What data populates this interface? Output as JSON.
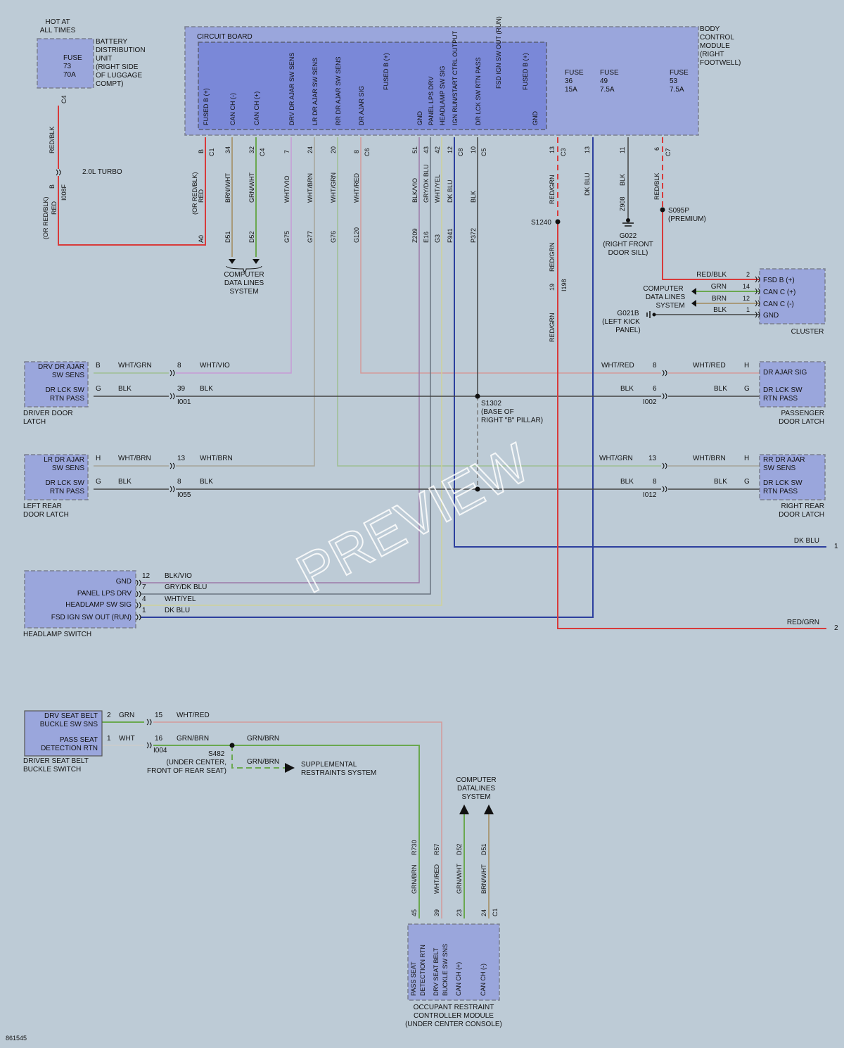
{
  "diagram": {
    "id_code": "861545",
    "watermark": "PREVIEW",
    "colors": {
      "background": "#bdcbd6",
      "module_fill": "#9aa6dc",
      "circuit_board_fill": "#7a88d8",
      "red": "#d83a3a",
      "green": "#6aa84f",
      "violet": "#c79bd6",
      "blue": "#2c3f9e",
      "gray": "#6b7480",
      "tan": "#a89a7a",
      "pink": "#d49a9a"
    },
    "bdu": {
      "hot": [
        "HOT AT",
        "ALL TIMES"
      ],
      "fuse": [
        "FUSE",
        "73",
        "70A"
      ],
      "label": [
        "BATTERY",
        "DISTRIBUTION",
        "UNIT",
        "(RIGHT SIDE",
        "OF LUGGAGE",
        "COMPT)"
      ],
      "conn": "C4",
      "wire": "RED/BLK",
      "inline": "2.0L TURBO",
      "pin": "B",
      "conn2": "I008F",
      "wire2": [
        "(OR RED/BLK)",
        "RED"
      ]
    },
    "bcm": {
      "title": [
        "BODY",
        "CONTROL",
        "MODULE",
        "(RIGHT",
        "FOOTWELL)"
      ],
      "circuit_board": "CIRCUIT BOARD",
      "pins": [
        {
          "label": "FUSED B (+)",
          "pin": "B",
          "conn": "C1",
          "color": "RED",
          "alt": "(OR RED/BLK)",
          "circuit": "A0"
        },
        {
          "label": "CAN CH (-)",
          "pin": "34",
          "conn": "",
          "color": "BRN/WHT",
          "circuit": "D51"
        },
        {
          "label": "CAN CH (+)",
          "pin": "32",
          "conn": "C4",
          "color": "GRN/WHT",
          "circuit": "D52"
        },
        {
          "label": "DRV DR AJAR SW SENS",
          "pin": "7",
          "conn": "",
          "color": "WHT/VIO",
          "circuit": "G75"
        },
        {
          "label": "LR DR AJAR SW SENS",
          "pin": "24",
          "conn": "",
          "color": "WHT/BRN",
          "circuit": "G77"
        },
        {
          "label": "RR DR AJAR SW SENS",
          "pin": "20",
          "conn": "",
          "color": "WHT/GRN",
          "circuit": "G76"
        },
        {
          "label": "DR AJAR SIG",
          "pin": "8",
          "conn": "C6",
          "color": "WHT/RED",
          "circuit": "G120"
        },
        {
          "label": "GND",
          "pin": "51",
          "conn": "",
          "color": "BLK/VIO",
          "circuit": "Z209"
        },
        {
          "label": "PANEL LPS DRV",
          "pin": "43",
          "conn": "",
          "color": "GRY/DK BLU",
          "circuit": "E16"
        },
        {
          "label": "HEADLAMP SW SIG",
          "pin": "42",
          "conn": "",
          "color": "WHT/YEL",
          "circuit": "G3"
        },
        {
          "label": "IGN RUN/START CTRL OUTPUT",
          "pin": "12",
          "conn": "C8",
          "color": "DK BLU",
          "circuit": "F941"
        },
        {
          "label": "DR LCK SW RTN PASS",
          "pin": "10",
          "conn": "C5",
          "color": "BLK",
          "circuit": "P372"
        }
      ],
      "right_pins": [
        {
          "label": "FUSED B (+)",
          "top": "FSD IGN SW OUT (RUN)"
        },
        {
          "label": "GND"
        }
      ],
      "fuses": [
        {
          "name": "FUSE",
          "num": "36",
          "amp": "15A"
        },
        {
          "name": "FUSE",
          "num": "49",
          "amp": "7.5A"
        },
        {
          "name": "FUSE",
          "num": "53",
          "amp": "7.5A"
        }
      ],
      "fuse_pins": [
        {
          "pin": "13",
          "conn": "C3",
          "color": "RED/GRN"
        },
        {
          "pin": "13",
          "conn": "",
          "color": "DK BLU"
        },
        {
          "pin": "11",
          "conn": "",
          "color": "BLK",
          "circuit": "Z908"
        },
        {
          "pin": "6",
          "conn": "C7",
          "color": "RED/BLK"
        }
      ]
    },
    "splices": {
      "s1240": "S1240",
      "s095p": [
        "S095P",
        "(PREMIUM)"
      ],
      "g022": [
        "G022",
        "(RIGHT FRONT",
        "DOOR SILL)"
      ],
      "s1302": [
        "S1302",
        "(BASE OF",
        "RIGHT \"B\" PILLAR)"
      ],
      "s482": [
        "S482",
        "(UNDER CENTER,",
        "FRONT OF REAR SEAT)"
      ]
    },
    "cdl": [
      "COMPUTER",
      "DATA LINES",
      "SYSTEM"
    ],
    "cdl2": [
      "COMPUTER",
      "DATALINES",
      "SYSTEM"
    ],
    "i198": {
      "pin": "19",
      "conn": "I198",
      "color": "RED/GRN"
    },
    "cluster": {
      "title": "CLUSTER",
      "pins": [
        {
          "label": "FSD B (+)",
          "pin": "2",
          "color": "RED/BLK"
        },
        {
          "label": "CAN C (+)",
          "pin": "14",
          "color": "GRN"
        },
        {
          "label": "CAN C (-)",
          "pin": "12",
          "color": "BRN"
        },
        {
          "label": "GND",
          "pin": "1",
          "color": "BLK"
        }
      ],
      "g021b": [
        "G021B",
        "(LEFT KICK",
        "PANEL)"
      ]
    },
    "driver_door": {
      "title": [
        "DRIVER DOOR",
        "LATCH"
      ],
      "rows": [
        {
          "label": [
            "DRV DR AJAR",
            "SW SENS"
          ],
          "pin": "B",
          "c1": "WHT/GRN",
          "inline": "8",
          "c2": "WHT/VIO"
        },
        {
          "label": [
            "DR LCK SW",
            "RTN PASS"
          ],
          "pin": "G",
          "c1": "BLK",
          "inline": "39",
          "c2": "BLK"
        }
      ],
      "conn": "I001"
    },
    "pass_door": {
      "title": [
        "PASSENGER",
        "DOOR LATCH"
      ],
      "rows": [
        {
          "label": "DR AJAR SIG",
          "pin": "H",
          "c1": "WHT/RED",
          "inline": "8",
          "c2": "WHT/RED"
        },
        {
          "label": [
            "DR LCK SW",
            "RTN PASS"
          ],
          "pin": "G",
          "c1": "BLK",
          "inline": "6",
          "c2": "BLK"
        }
      ],
      "conn": "I002"
    },
    "lr_door": {
      "title": [
        "LEFT REAR",
        "DOOR LATCH"
      ],
      "rows": [
        {
          "label": [
            "LR DR AJAR",
            "SW SENS"
          ],
          "pin": "H",
          "c1": "WHT/BRN",
          "inline": "13",
          "c2": "WHT/BRN"
        },
        {
          "label": [
            "DR LCK SW",
            "RTN PASS"
          ],
          "pin": "G",
          "c1": "BLK",
          "inline": "8",
          "c2": "BLK"
        }
      ],
      "conn": "I055"
    },
    "rr_door": {
      "title": [
        "RIGHT REAR",
        "DOOR LATCH"
      ],
      "rows": [
        {
          "label": [
            "RR DR AJAR",
            "SW SENS"
          ],
          "pin": "H",
          "c1": "WHT/BRN",
          "inline": "13",
          "c2": "WHT/GRN"
        },
        {
          "label": [
            "DR LCK SW",
            "RTN PASS"
          ],
          "pin": "G",
          "c1": "BLK",
          "inline": "8",
          "c2": "BLK"
        }
      ],
      "conn": "I012"
    },
    "offpage": [
      {
        "color": "DK BLU",
        "num": "1"
      },
      {
        "color": "RED/GRN",
        "num": "2"
      }
    ],
    "headlamp": {
      "title": "HEADLAMP SWITCH",
      "rows": [
        {
          "label": "GND",
          "pin": "12",
          "color": "BLK/VIO"
        },
        {
          "label": "PANEL LPS DRV",
          "pin": "7",
          "color": "GRY/DK BLU"
        },
        {
          "label": "HEADLAMP SW SIG",
          "pin": "4",
          "color": "WHT/YEL"
        },
        {
          "label": "FSD IGN SW OUT (RUN)",
          "pin": "1",
          "color": "DK BLU"
        }
      ]
    },
    "seatbelt": {
      "title": [
        "DRIVER SEAT BELT",
        "BUCKLE SWITCH"
      ],
      "rows": [
        {
          "label": [
            "DRV SEAT BELT",
            "BUCKLE SW SNS"
          ],
          "pin": "2",
          "c1": "GRN",
          "inline": "15",
          "c2": "WHT/RED"
        },
        {
          "label": [
            "PASS SEAT",
            "DETECTION RTN"
          ],
          "pin": "1",
          "c1": "WHT",
          "inline": "16",
          "c2": "GRN/BRN"
        }
      ],
      "conn": "I004",
      "s482_out": "GRN/BRN",
      "s482_down": "GRN/BRN",
      "srs": [
        "SUPPLEMENTAL",
        "RESTRAINTS SYSTEM"
      ]
    },
    "orc": {
      "title": [
        "OCCUPANT RESTRAINT",
        "CONTROLLER MODULE",
        "(UNDER CENTER CONSOLE)"
      ],
      "pins": [
        {
          "label": [
            "PASS SEAT",
            "DETECTION RTN"
          ],
          "pin": "45",
          "color": "GRN/BRN",
          "circuit": "R730"
        },
        {
          "label": [
            "DRV SEAT BELT",
            "BUCKLE SW SNS"
          ],
          "pin": "39",
          "color": "WHT/RED",
          "circuit": "R57"
        },
        {
          "label": [
            "CAN CH (+)"
          ],
          "pin": "23",
          "color": "GRN/WHT",
          "circuit": "D52"
        },
        {
          "label": [
            "CAN CH (-)"
          ],
          "pin": "24",
          "color": "BRN/WHT",
          "circuit": "D51",
          "conn": "C1"
        }
      ]
    }
  }
}
